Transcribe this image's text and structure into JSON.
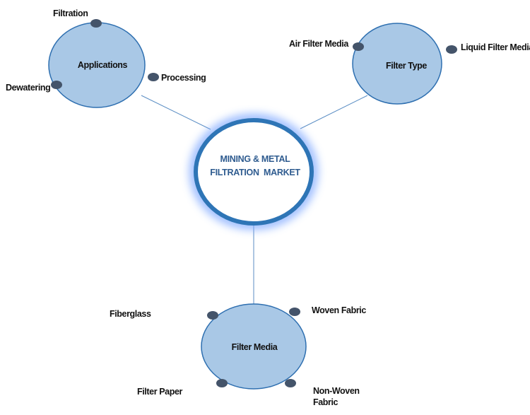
{
  "diagram": {
    "center": {
      "line1": "MINING & METAL",
      "line2": "FILTRATION  MARKET"
    },
    "nodes": {
      "applications": {
        "label": "Applications",
        "items": [
          "Filtration",
          "Processing",
          "Dewatering"
        ]
      },
      "filter_type": {
        "label": "Filter Type",
        "items": [
          "Air Filter Media",
          "Liquid Filter Media"
        ]
      },
      "filter_media": {
        "label": "Filter Media",
        "items": [
          "Fiberglass",
          "Woven Fabric",
          "Filter Paper",
          "Non-Woven",
          "Fabric"
        ]
      }
    },
    "colors": {
      "node_fill": "#a9c8e6",
      "node_stroke": "#2e6fb0",
      "dot_fill": "#44546a",
      "center_stroke": "#2e75b6",
      "center_text": "#2e5b8f",
      "connector": "#5b8ec4"
    }
  }
}
